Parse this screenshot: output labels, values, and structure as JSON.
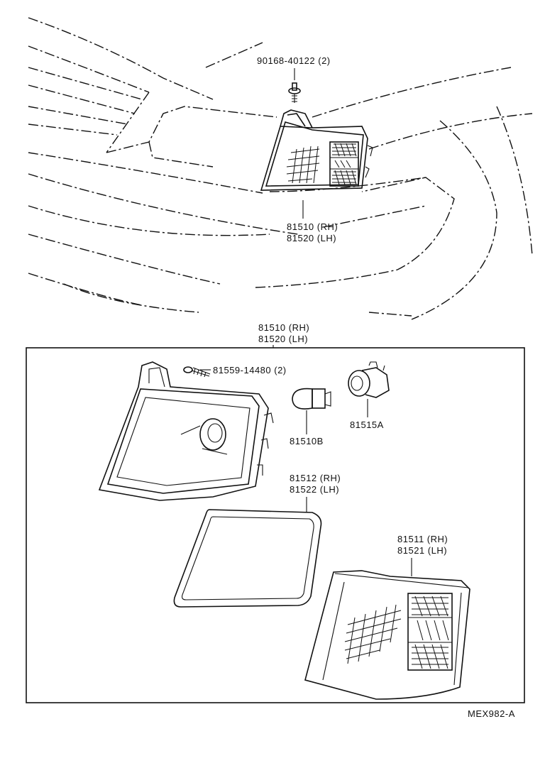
{
  "figure_code": "MEX982-A",
  "callouts": {
    "screw_top": "90168-40122 (2)",
    "lamp_top_rh": "81510 (RH)",
    "lamp_top_lh": "81520 (LH)",
    "assembly_rh": "81510 (RH)",
    "assembly_lh": "81520 (LH)",
    "screw_housing": "81559-14480 (2)",
    "bulb": "81510B",
    "socket": "81515A",
    "gasket_rh": "81512 (RH)",
    "gasket_lh": "81522 (LH)",
    "lens_rh": "81511 (RH)",
    "lens_lh": "81521 (LH)"
  }
}
